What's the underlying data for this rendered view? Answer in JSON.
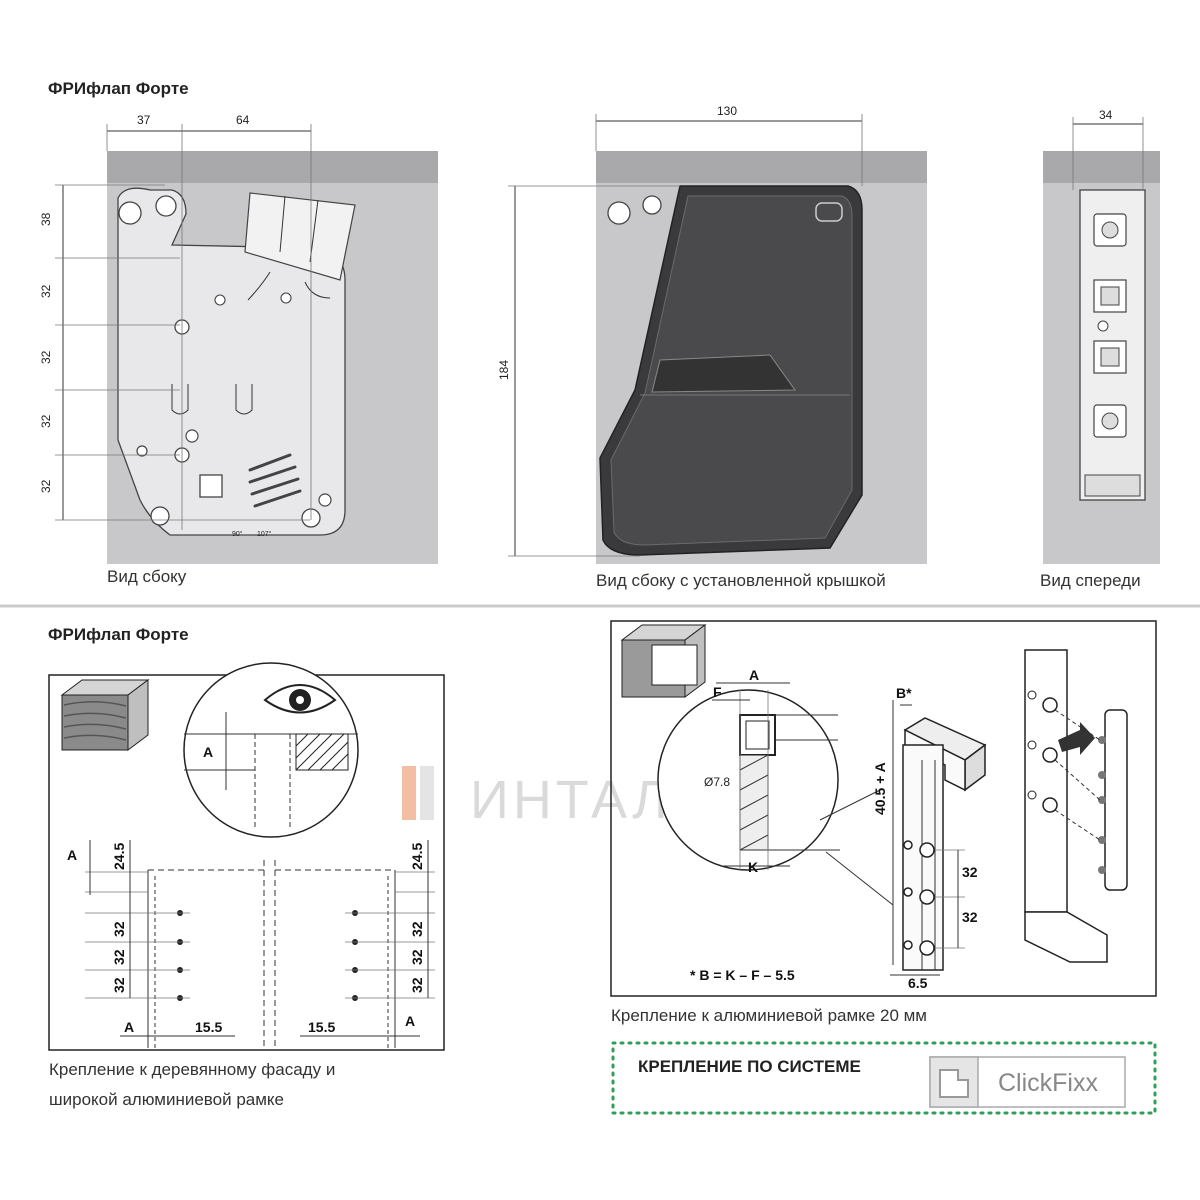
{
  "top": {
    "title": "ФРИфлап Форте",
    "dims": {
      "w1": "37",
      "w2": "64",
      "h1": "38",
      "h2": "32",
      "h3": "32",
      "h4": "32",
      "h5": "32",
      "total_width": "130",
      "total_height": "184",
      "front_width": "34"
    },
    "angles": {
      "a1": "90°",
      "a2": "107°"
    },
    "captions": {
      "side": "Вид сбоку",
      "side_cover": "Вид сбоку с установленной крышкой",
      "front": "Вид спереди"
    }
  },
  "bottom_left": {
    "title": "ФРИфлап Форте",
    "labels": {
      "a": "A",
      "d245": "24.5",
      "d32": "32",
      "d155": "15.5"
    },
    "caption_line1": "Крепление к деревянному фасаду и",
    "caption_line2": "широкой алюминиевой рамке"
  },
  "watermark": "ИНТАЛИКА",
  "bottom_right": {
    "labels": {
      "a": "A",
      "f": "F",
      "k": "K",
      "b": "B*",
      "diam": "Ø7.8",
      "d405": "40.5 + A",
      "d32": "32",
      "d65": "6.5",
      "formula": "* B = K – F – 5.5"
    },
    "caption": "Крепление к алюминиевой рамке 20 мм"
  },
  "clickfixx": {
    "label": "КРЕПЛЕНИЕ ПО СИСТЕМЕ",
    "logo_text": "ClickFixx"
  },
  "colors": {
    "panel": "#c8c8ca",
    "cabinet": "#bdbdbf",
    "accent": "#2e9e5b",
    "watermark": "#e8895a"
  }
}
